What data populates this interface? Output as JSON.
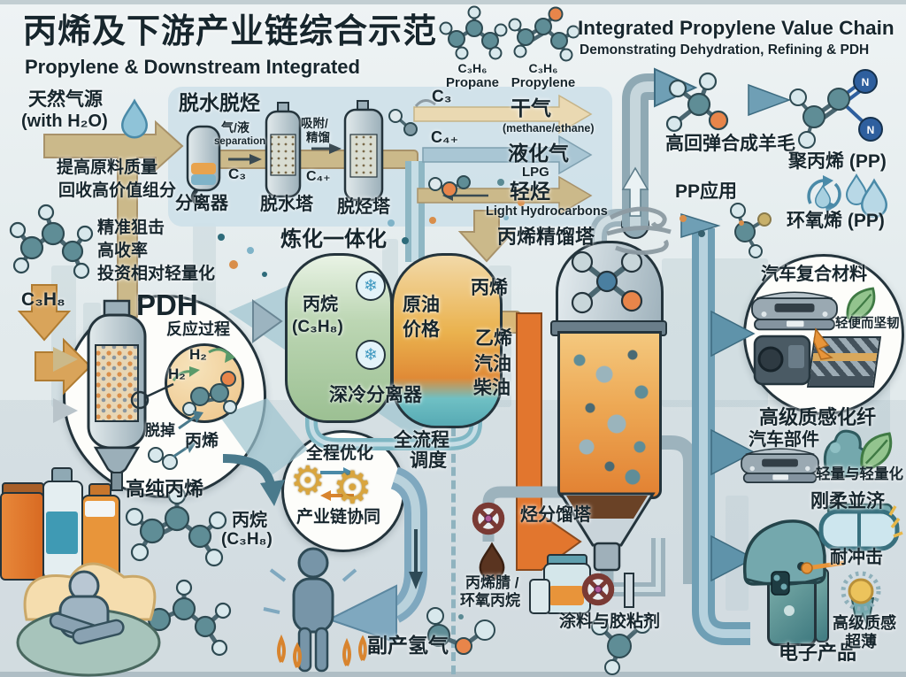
{
  "hdr": {
    "title_cn": "丙烯及下游产业链综合示范",
    "title_en": "Propylene & Downstream Integrated",
    "right_title": "Integrated Propylene Value Chain",
    "right_sub": "Demonstrating Dehydration, Refining & PDH",
    "mol1_formula": "C₃H₆",
    "mol1_name": "Propane",
    "mol2_formula": "C₃H₆",
    "mol2_name": "Propylene"
  },
  "feed": {
    "source": "天然气源",
    "source_sub": "(with H₂O)",
    "note1": "提高原料质量",
    "note2": "回收高价值组分"
  },
  "deh": {
    "title": "脱水脱烃",
    "gas_liquid": "气/液",
    "separation": "separation",
    "separator": "分离器",
    "c3_pipe": "C₃",
    "adsorb": "吸附/",
    "distill": "精馏",
    "tower1": "脱水塔",
    "c4_pipe": "C₄₊",
    "tower2": "脱烃塔",
    "c3_out": "C₃",
    "c4_out": "C₄₊",
    "dry_gas": "干气",
    "dry_gas_sub": "(methane/ethane)",
    "lpg": "液化气",
    "lpg_sub": "LPG",
    "light": "轻烃",
    "light_sub": "Light Hydrocarbons"
  },
  "pp": {
    "wool": "高回弹合成羊毛",
    "pp": "聚丙烯 (PP)",
    "app": "PP应用",
    "po": "环氧烯 (PP)"
  },
  "pdh": {
    "c3h8": "C₃H₈",
    "note1": "精准狙击",
    "note2": "高收率",
    "note3": "投资相对轻量化",
    "title": "PDH",
    "sub": "反应过程",
    "h2a": "H₂",
    "h2b": "H₂",
    "remove": "脱掉",
    "propylene": "丙烯",
    "pure": "高纯丙烯",
    "propane": "丙烷",
    "propane_f": "(C₃H₈)"
  },
  "ref": {
    "title": "炼化一体化",
    "propane": "丙烷",
    "propane_f": "(C₃H₈)",
    "crude1": "原油",
    "crude2": "价格",
    "cryo": "深冷分离器"
  },
  "opt": {
    "full": "全程优化",
    "chain": "产业链协同",
    "sched1": "全流程",
    "sched2": "调度",
    "h2": "副产氢气"
  },
  "twr": {
    "title": "丙烯精馏塔",
    "propylene": "丙烯",
    "ethylene": "乙烯",
    "gasoline": "汽油",
    "diesel": "柴油",
    "frac": "烃分馏塔",
    "acn": "丙烯腈 /",
    "po": "环氧丙烷",
    "coat": "涂料与胶粘剂"
  },
  "rgt": {
    "composite": "汽车复合材料",
    "light_tough": "轻便而坚韧",
    "fiber": "高级质感化纤",
    "parts": "汽车部件",
    "lightweight": "轻量与轻量化",
    "rigid": "刚柔並济",
    "impact": "耐冲击",
    "elec": "电子产品",
    "premium": "高级质感",
    "thin": "超薄"
  }
}
